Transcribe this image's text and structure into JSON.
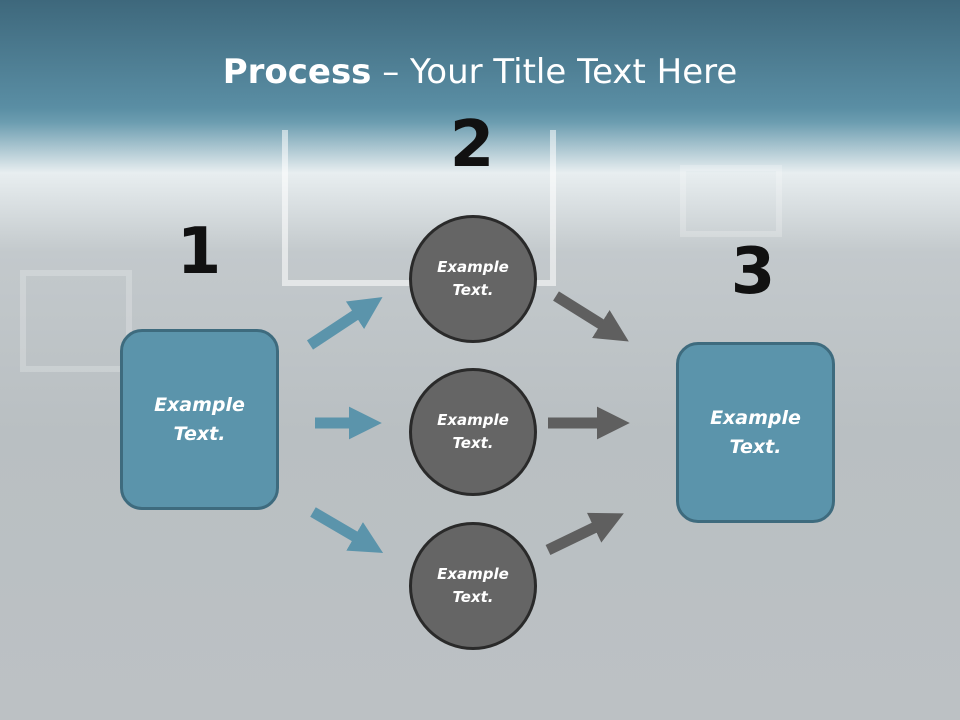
{
  "title": {
    "bold": "Process",
    "rest": " – Your Title Text Here"
  },
  "steps": [
    {
      "number": "1"
    },
    {
      "number": "2"
    },
    {
      "number": "3"
    }
  ],
  "left_box": {
    "line1": "Example",
    "line2": "Text."
  },
  "right_box": {
    "line1": "Example",
    "line2": "Text."
  },
  "circles": [
    {
      "line1": "Example",
      "line2": "Text."
    },
    {
      "line1": "Example",
      "line2": "Text."
    },
    {
      "line1": "Example",
      "line2": "Text."
    }
  ],
  "colors": {
    "box": "#5b94ab",
    "circle": "#656565",
    "arrow_blue": "#5b94ab",
    "arrow_grey": "#5f5f5f"
  }
}
